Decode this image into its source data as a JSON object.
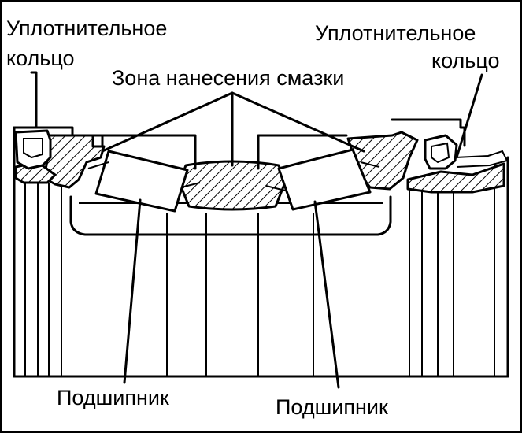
{
  "labels": {
    "seal_left": [
      "Уплотнительное",
      "кольцо"
    ],
    "seal_right": [
      "Уплотнительное",
      "кольцо"
    ],
    "grease_zone": "Зона нанесения смазки",
    "bearing_left": "Подшипник",
    "bearing_right": "Подшипник"
  },
  "colors": {
    "ink": "#000000",
    "paper": "#ffffff"
  }
}
